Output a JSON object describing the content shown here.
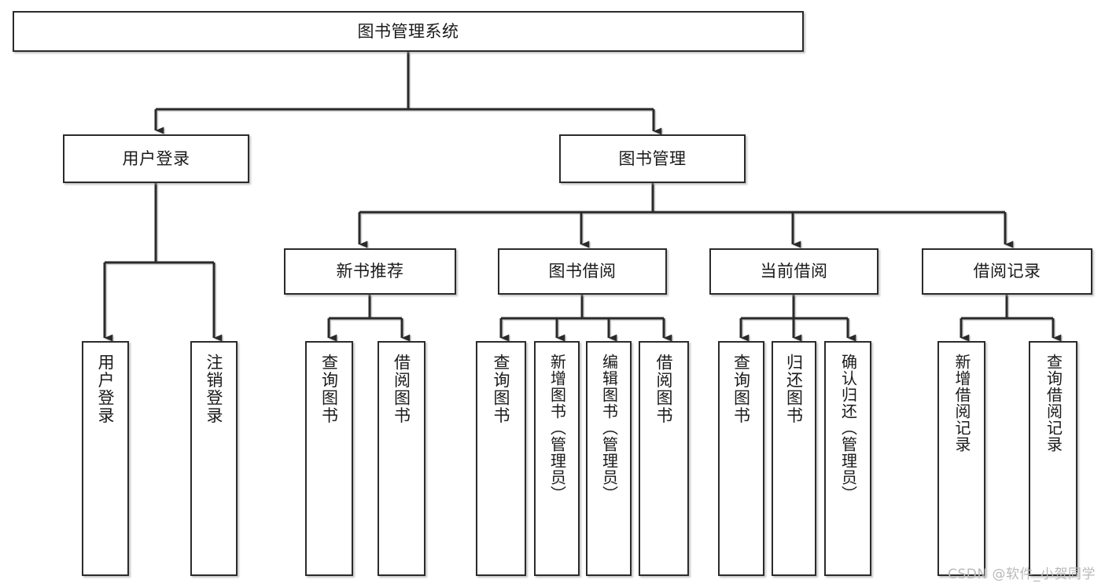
{
  "diagram": {
    "title": "图书管理系统",
    "type": "hierarchy-tree",
    "stroke_color": "#2b2b2b",
    "fill_color": "#ffffff",
    "text_color": "#1a1a1a",
    "watermark": "CSDN @软件_小贺同学"
  },
  "nodes": {
    "root": {
      "label": "图书管理系统",
      "level": 0
    },
    "l1": [
      {
        "id": "user-login",
        "label": "用户登录"
      },
      {
        "id": "book-manage",
        "label": "图书管理"
      }
    ],
    "l2": [
      {
        "id": "new-book-rec",
        "label": "新书推荐",
        "parent": "book-manage"
      },
      {
        "id": "book-borrow",
        "label": "图书借阅",
        "parent": "book-manage"
      },
      {
        "id": "current-borrow",
        "label": "当前借阅",
        "parent": "book-manage"
      },
      {
        "id": "borrow-record",
        "label": "借阅记录",
        "parent": "book-manage"
      }
    ],
    "leaves": [
      {
        "id": "leaf-user-login",
        "label": "用户登录",
        "parent": "user-login"
      },
      {
        "id": "leaf-logout",
        "label": "注销登录",
        "parent": "user-login"
      },
      {
        "id": "leaf-query-book-1",
        "label": "查询图书",
        "parent": "new-book-rec"
      },
      {
        "id": "leaf-borrow-book-1",
        "label": "借阅图书",
        "parent": "new-book-rec"
      },
      {
        "id": "leaf-query-book-2",
        "label": "查询图书",
        "parent": "book-borrow"
      },
      {
        "id": "leaf-add-book",
        "label": "新增图书（管理员）",
        "parent": "book-borrow"
      },
      {
        "id": "leaf-edit-book",
        "label": "编辑图书（管理员）",
        "parent": "book-borrow"
      },
      {
        "id": "leaf-borrow-book-2",
        "label": "借阅图书",
        "parent": "book-borrow"
      },
      {
        "id": "leaf-query-book-3",
        "label": "查询图书",
        "parent": "current-borrow"
      },
      {
        "id": "leaf-return-book",
        "label": "归还图书",
        "parent": "current-borrow"
      },
      {
        "id": "leaf-confirm-return",
        "label": "确认归还（管理员）",
        "parent": "current-borrow"
      },
      {
        "id": "leaf-add-record",
        "label": "新增借阅记录",
        "parent": "borrow-record"
      },
      {
        "id": "leaf-query-record",
        "label": "查询借阅记录",
        "parent": "borrow-record"
      }
    ]
  }
}
